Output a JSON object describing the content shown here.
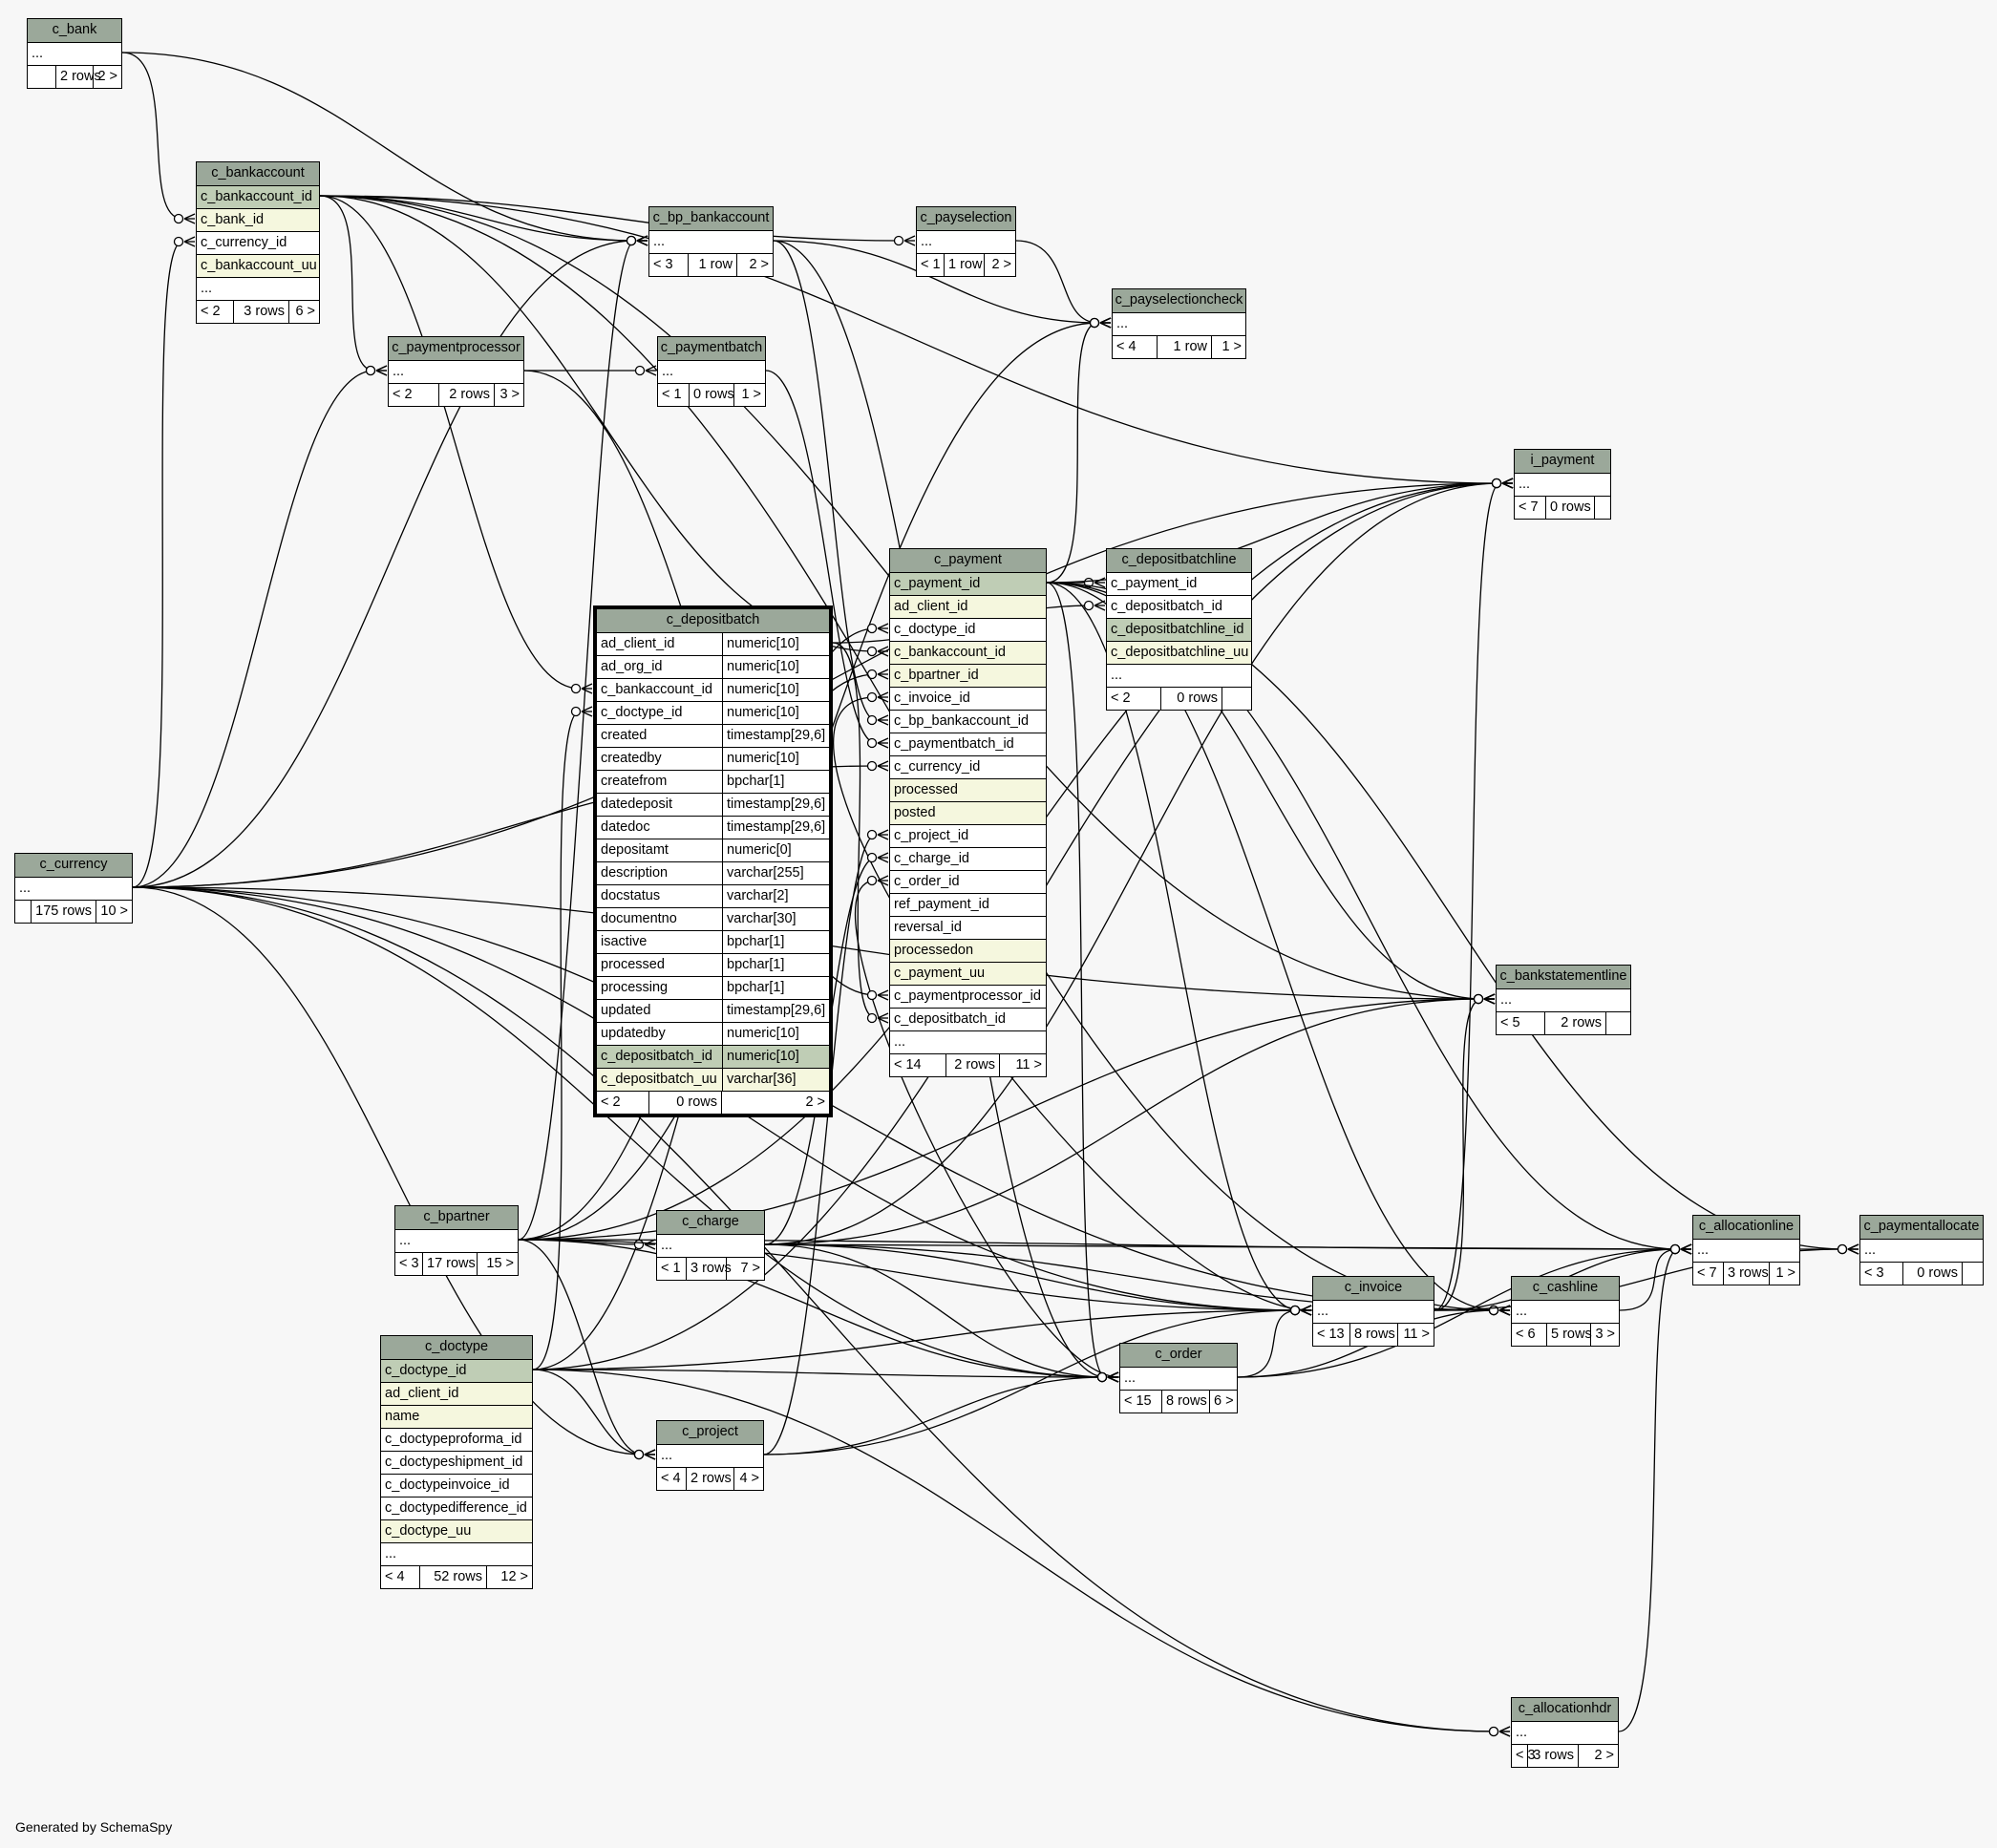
{
  "credit": "Generated by SchemaSpy",
  "colors": {
    "title_bg": "#9ba89a",
    "pk_bg": "#bfcdb5",
    "fk_bg": "#f5f7de",
    "body_bg": "#ffffff",
    "page_bg": "#f7f7f7"
  },
  "tables": {
    "c_bank": {
      "name": "c_bank",
      "columns": [
        {
          "name": "..."
        }
      ],
      "footer": [
        "",
        "2 rows",
        "2 >"
      ]
    },
    "c_bankaccount": {
      "name": "c_bankaccount",
      "columns": [
        {
          "name": "c_bankaccount_id",
          "kind": "pk"
        },
        {
          "name": "c_bank_id",
          "kind": "fk"
        },
        {
          "name": "c_currency_id"
        },
        {
          "name": "c_bankaccount_uu",
          "kind": "fk"
        },
        {
          "name": "..."
        }
      ],
      "footer": [
        "< 2",
        "3 rows",
        "6 >"
      ]
    },
    "c_currency": {
      "name": "c_currency",
      "columns": [
        {
          "name": "..."
        }
      ],
      "footer": [
        "",
        "175 rows",
        "10 >"
      ]
    },
    "c_bp_bankaccount": {
      "name": "c_bp_bankaccount",
      "columns": [
        {
          "name": "..."
        }
      ],
      "footer": [
        "< 3",
        "1 row",
        "2 >"
      ]
    },
    "c_payselection": {
      "name": "c_payselection",
      "columns": [
        {
          "name": "..."
        }
      ],
      "footer": [
        "< 1",
        "1 row",
        "2 >"
      ]
    },
    "c_payselectioncheck": {
      "name": "c_payselectioncheck",
      "columns": [
        {
          "name": "..."
        }
      ],
      "footer": [
        "< 4",
        "1 row",
        "1 >"
      ]
    },
    "c_paymentprocessor": {
      "name": "c_paymentprocessor",
      "columns": [
        {
          "name": "..."
        }
      ],
      "footer": [
        "< 2",
        "2 rows",
        "3 >"
      ]
    },
    "c_paymentbatch": {
      "name": "c_paymentbatch",
      "columns": [
        {
          "name": "..."
        }
      ],
      "footer": [
        "< 1",
        "0 rows",
        "1 >"
      ]
    },
    "i_payment": {
      "name": "i_payment",
      "columns": [
        {
          "name": "..."
        }
      ],
      "footer": [
        "< 7",
        "0 rows",
        ""
      ]
    },
    "c_payment": {
      "name": "c_payment",
      "columns": [
        {
          "name": "c_payment_id",
          "kind": "pk"
        },
        {
          "name": "ad_client_id",
          "kind": "fk"
        },
        {
          "name": "c_doctype_id"
        },
        {
          "name": "c_bankaccount_id",
          "kind": "fk"
        },
        {
          "name": "c_bpartner_id",
          "kind": "fk"
        },
        {
          "name": "c_invoice_id"
        },
        {
          "name": "c_bp_bankaccount_id"
        },
        {
          "name": "c_paymentbatch_id"
        },
        {
          "name": "c_currency_id"
        },
        {
          "name": "processed",
          "kind": "fk"
        },
        {
          "name": "posted",
          "kind": "fk"
        },
        {
          "name": "c_project_id"
        },
        {
          "name": "c_charge_id"
        },
        {
          "name": "c_order_id"
        },
        {
          "name": "ref_payment_id"
        },
        {
          "name": "reversal_id"
        },
        {
          "name": "processedon",
          "kind": "fk"
        },
        {
          "name": "c_payment_uu",
          "kind": "fk"
        },
        {
          "name": "c_paymentprocessor_id"
        },
        {
          "name": "c_depositbatch_id"
        },
        {
          "name": "..."
        }
      ],
      "footer": [
        "< 14",
        "2 rows",
        "11 >"
      ]
    },
    "c_depositbatchline": {
      "name": "c_depositbatchline",
      "columns": [
        {
          "name": "c_payment_id"
        },
        {
          "name": "c_depositbatch_id"
        },
        {
          "name": "c_depositbatchline_id",
          "kind": "pk"
        },
        {
          "name": "c_depositbatchline_uu",
          "kind": "fk"
        },
        {
          "name": "..."
        }
      ],
      "footer": [
        "< 2",
        "0 rows",
        ""
      ]
    },
    "c_depositbatch": {
      "name": "c_depositbatch",
      "columns": [
        {
          "name": "ad_client_id",
          "type": "numeric[10]"
        },
        {
          "name": "ad_org_id",
          "type": "numeric[10]"
        },
        {
          "name": "c_bankaccount_id",
          "type": "numeric[10]"
        },
        {
          "name": "c_doctype_id",
          "type": "numeric[10]"
        },
        {
          "name": "created",
          "type": "timestamp[29,6]"
        },
        {
          "name": "createdby",
          "type": "numeric[10]"
        },
        {
          "name": "createfrom",
          "type": "bpchar[1]"
        },
        {
          "name": "datedeposit",
          "type": "timestamp[29,6]"
        },
        {
          "name": "datedoc",
          "type": "timestamp[29,6]"
        },
        {
          "name": "depositamt",
          "type": "numeric[0]"
        },
        {
          "name": "description",
          "type": "varchar[255]"
        },
        {
          "name": "docstatus",
          "type": "varchar[2]"
        },
        {
          "name": "documentno",
          "type": "varchar[30]"
        },
        {
          "name": "isactive",
          "type": "bpchar[1]"
        },
        {
          "name": "processed",
          "type": "bpchar[1]"
        },
        {
          "name": "processing",
          "type": "bpchar[1]"
        },
        {
          "name": "updated",
          "type": "timestamp[29,6]"
        },
        {
          "name": "updatedby",
          "type": "numeric[10]"
        },
        {
          "name": "c_depositbatch_id",
          "type": "numeric[10]",
          "kind": "pk"
        },
        {
          "name": "c_depositbatch_uu",
          "type": "varchar[36]",
          "kind": "fk"
        }
      ],
      "footer": [
        "< 2",
        "0 rows",
        "2 >"
      ]
    },
    "c_bankstatementline": {
      "name": "c_bankstatementline",
      "columns": [
        {
          "name": "..."
        }
      ],
      "footer": [
        "< 5",
        "2 rows",
        ""
      ]
    },
    "c_bpartner": {
      "name": "c_bpartner",
      "columns": [
        {
          "name": "..."
        }
      ],
      "footer": [
        "< 3",
        "17 rows",
        "15 >"
      ]
    },
    "c_charge": {
      "name": "c_charge",
      "columns": [
        {
          "name": "..."
        }
      ],
      "footer": [
        "< 1",
        "3 rows",
        "7 >"
      ]
    },
    "c_doctype": {
      "name": "c_doctype",
      "columns": [
        {
          "name": "c_doctype_id",
          "kind": "pk"
        },
        {
          "name": "ad_client_id",
          "kind": "fk"
        },
        {
          "name": "name",
          "kind": "fk"
        },
        {
          "name": "c_doctypeproforma_id"
        },
        {
          "name": "c_doctypeshipment_id"
        },
        {
          "name": "c_doctypeinvoice_id"
        },
        {
          "name": "c_doctypedifference_id"
        },
        {
          "name": "c_doctype_uu",
          "kind": "fk"
        },
        {
          "name": "..."
        }
      ],
      "footer": [
        "< 4",
        "52 rows",
        "12 >"
      ]
    },
    "c_project": {
      "name": "c_project",
      "columns": [
        {
          "name": "..."
        }
      ],
      "footer": [
        "< 4",
        "2 rows",
        "4 >"
      ]
    },
    "c_order": {
      "name": "c_order",
      "columns": [
        {
          "name": "..."
        }
      ],
      "footer": [
        "< 15",
        "8 rows",
        "6 >"
      ]
    },
    "c_invoice": {
      "name": "c_invoice",
      "columns": [
        {
          "name": "..."
        }
      ],
      "footer": [
        "< 13",
        "8 rows",
        "11 >"
      ]
    },
    "c_cashline": {
      "name": "c_cashline",
      "columns": [
        {
          "name": "..."
        }
      ],
      "footer": [
        "< 6",
        "5 rows",
        "3 >"
      ]
    },
    "c_allocationline": {
      "name": "c_allocationline",
      "columns": [
        {
          "name": "..."
        }
      ],
      "footer": [
        "< 7",
        "3 rows",
        "1 >"
      ]
    },
    "c_paymentallocate": {
      "name": "c_paymentallocate",
      "columns": [
        {
          "name": "..."
        }
      ],
      "footer": [
        "< 3",
        "0 rows",
        ""
      ]
    },
    "c_allocationhdr": {
      "name": "c_allocationhdr",
      "columns": [
        {
          "name": "..."
        }
      ],
      "footer": [
        "< 3",
        "3 rows",
        "2 >"
      ]
    }
  },
  "relationships": [
    {
      "child": "c_bankaccount",
      "child_column": "c_bank_id",
      "parent": "c_bank"
    },
    {
      "child": "c_bankaccount",
      "child_column": "c_currency_id",
      "parent": "c_currency"
    },
    {
      "child": "c_bp_bankaccount",
      "parent": "c_bank"
    },
    {
      "child": "c_bp_bankaccount",
      "parent": "c_bankaccount"
    },
    {
      "child": "c_bp_bankaccount",
      "parent": "c_bpartner"
    },
    {
      "child": "c_bp_bankaccount",
      "parent": "c_currency"
    },
    {
      "child": "c_payselection",
      "parent": "c_bankaccount"
    },
    {
      "child": "c_payselectioncheck",
      "parent": "c_payselection"
    },
    {
      "child": "c_payselectioncheck",
      "parent": "c_bp_bankaccount"
    },
    {
      "child": "c_payselectioncheck",
      "parent": "c_bpartner"
    },
    {
      "child": "c_payselectioncheck",
      "parent": "c_payment"
    },
    {
      "child": "c_paymentprocessor",
      "parent": "c_bankaccount"
    },
    {
      "child": "c_paymentprocessor",
      "parent": "c_currency"
    },
    {
      "child": "c_paymentbatch",
      "parent": "c_paymentprocessor"
    },
    {
      "child": "c_depositbatch",
      "child_column": "c_bankaccount_id",
      "parent": "c_bankaccount"
    },
    {
      "child": "c_depositbatch",
      "child_column": "c_doctype_id",
      "parent": "c_doctype"
    },
    {
      "child": "c_payment",
      "child_column": "c_doctype_id",
      "parent": "c_doctype"
    },
    {
      "child": "c_payment",
      "child_column": "c_bankaccount_id",
      "parent": "c_bankaccount"
    },
    {
      "child": "c_payment",
      "child_column": "c_bpartner_id",
      "parent": "c_bpartner"
    },
    {
      "child": "c_payment",
      "child_column": "c_invoice_id",
      "parent": "c_invoice"
    },
    {
      "child": "c_payment",
      "child_column": "c_bp_bankaccount_id",
      "parent": "c_bp_bankaccount"
    },
    {
      "child": "c_payment",
      "child_column": "c_paymentbatch_id",
      "parent": "c_paymentbatch"
    },
    {
      "child": "c_payment",
      "child_column": "c_currency_id",
      "parent": "c_currency"
    },
    {
      "child": "c_payment",
      "child_column": "c_project_id",
      "parent": "c_project"
    },
    {
      "child": "c_payment",
      "child_column": "c_charge_id",
      "parent": "c_charge"
    },
    {
      "child": "c_payment",
      "child_column": "c_order_id",
      "parent": "c_order"
    },
    {
      "child": "c_payment",
      "child_column": "c_paymentprocessor_id",
      "parent": "c_paymentprocessor"
    },
    {
      "child": "c_payment",
      "child_column": "c_depositbatch_id",
      "parent": "c_depositbatch"
    },
    {
      "child": "c_depositbatchline",
      "child_column": "c_payment_id",
      "parent": "c_payment"
    },
    {
      "child": "c_depositbatchline",
      "child_column": "c_depositbatch_id",
      "parent": "c_depositbatch"
    },
    {
      "child": "i_payment",
      "parent": "c_bankaccount"
    },
    {
      "child": "i_payment",
      "parent": "c_currency"
    },
    {
      "child": "i_payment",
      "parent": "c_bpartner"
    },
    {
      "child": "i_payment",
      "parent": "c_charge"
    },
    {
      "child": "i_payment",
      "parent": "c_doctype"
    },
    {
      "child": "i_payment",
      "parent": "c_invoice"
    },
    {
      "child": "i_payment",
      "parent": "c_payment"
    },
    {
      "child": "c_bankstatementline",
      "parent": "c_bankaccount"
    },
    {
      "child": "c_bankstatementline",
      "parent": "c_bpartner"
    },
    {
      "child": "c_bankstatementline",
      "parent": "c_charge"
    },
    {
      "child": "c_bankstatementline",
      "parent": "c_currency"
    },
    {
      "child": "c_bankstatementline",
      "parent": "c_invoice"
    },
    {
      "child": "c_bankstatementline",
      "parent": "c_payment"
    },
    {
      "child": "c_charge",
      "parent": "c_bpartner"
    },
    {
      "child": "c_project",
      "parent": "c_bpartner"
    },
    {
      "child": "c_project",
      "parent": "c_doctype"
    },
    {
      "child": "c_project",
      "parent": "c_currency"
    },
    {
      "child": "c_order",
      "parent": "c_bpartner"
    },
    {
      "child": "c_order",
      "parent": "c_doctype"
    },
    {
      "child": "c_order",
      "parent": "c_currency"
    },
    {
      "child": "c_order",
      "parent": "c_charge"
    },
    {
      "child": "c_order",
      "parent": "c_project"
    },
    {
      "child": "c_order",
      "parent": "c_payment"
    },
    {
      "child": "c_order",
      "parent": "c_bp_bankaccount"
    },
    {
      "child": "c_invoice",
      "parent": "c_bpartner"
    },
    {
      "child": "c_invoice",
      "parent": "c_doctype"
    },
    {
      "child": "c_invoice",
      "parent": "c_order"
    },
    {
      "child": "c_invoice",
      "parent": "c_currency"
    },
    {
      "child": "c_invoice",
      "parent": "c_charge"
    },
    {
      "child": "c_invoice",
      "parent": "c_project"
    },
    {
      "child": "c_invoice",
      "parent": "c_payment"
    },
    {
      "child": "c_cashline",
      "parent": "c_bankaccount"
    },
    {
      "child": "c_cashline",
      "parent": "c_charge"
    },
    {
      "child": "c_cashline",
      "parent": "c_currency"
    },
    {
      "child": "c_cashline",
      "parent": "c_invoice"
    },
    {
      "child": "c_cashline",
      "parent": "c_order"
    },
    {
      "child": "c_cashline",
      "parent": "c_payment"
    },
    {
      "child": "c_allocationline",
      "parent": "c_allocationhdr"
    },
    {
      "child": "c_allocationline",
      "parent": "c_bpartner"
    },
    {
      "child": "c_allocationline",
      "parent": "c_cashline"
    },
    {
      "child": "c_allocationline",
      "parent": "c_invoice"
    },
    {
      "child": "c_allocationline",
      "parent": "c_order"
    },
    {
      "child": "c_allocationline",
      "parent": "c_payment"
    },
    {
      "child": "c_allocationline",
      "parent": "c_charge"
    },
    {
      "child": "c_paymentallocate",
      "parent": "c_allocationline"
    },
    {
      "child": "c_paymentallocate",
      "parent": "c_invoice"
    },
    {
      "child": "c_paymentallocate",
      "parent": "c_payment"
    },
    {
      "child": "c_allocationhdr",
      "parent": "c_currency"
    },
    {
      "child": "c_allocationhdr",
      "parent": "c_doctype"
    }
  ]
}
